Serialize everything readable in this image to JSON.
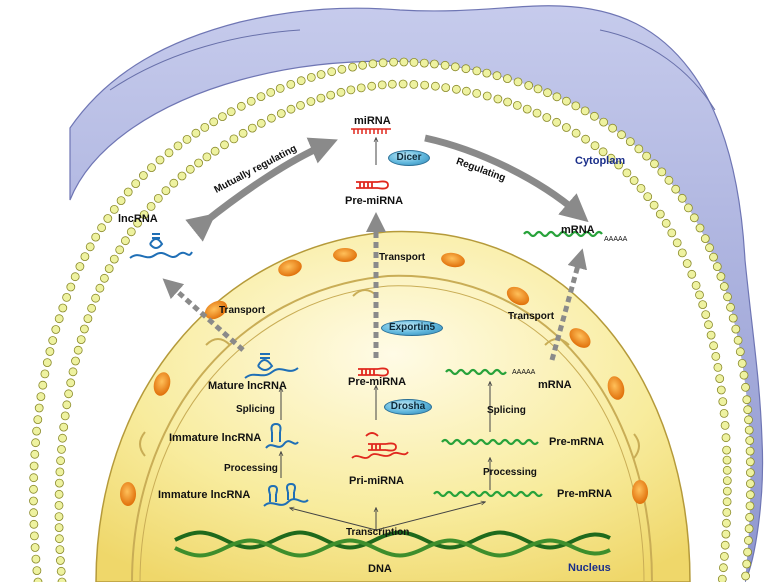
{
  "labels": {
    "cytoplasm": "Cytoplam",
    "nucleus": "Nucleus",
    "dna": "DNA",
    "transcription": "Transcription",
    "mirna_top": "miRNA",
    "pre_mirna_top": "Pre-miRNA",
    "dicer": "Dicer",
    "lncrna": "lncRNA",
    "mrna_top": "mRNA",
    "polya_top": "AAAAA",
    "mutually_regulating": "Mutually regulating",
    "regulating": "Regulating",
    "transport_left": "Transport",
    "transport_center": "Transport",
    "transport_right": "Transport",
    "exportin5": "Exportin5",
    "mature_lncrna": "Mature lncRNA",
    "splicing_left": "Splicing",
    "immature_lncrna_1": "Immature lncRNA",
    "processing_left": "Processing",
    "immature_lncrna_2": "Immature lncRNA",
    "pre_mirna_nuc": "Pre-miRNA",
    "drosha": "Drosha",
    "pri_mirna": "Pri-miRNA",
    "mrna_nuc": "mRNA",
    "polya_nuc": "AAAAA",
    "splicing_right": "Splicing",
    "pre_mrna_1": "Pre-mRNA",
    "processing_right": "Processing",
    "pre_mrna_2": "Pre-mRNA"
  },
  "colors": {
    "membrane": "#eef2a0",
    "membrane_stroke": "#8a8a2a",
    "cytoplasm_blob": "#a9b0dc",
    "nucleus_top": "#fbf5d2",
    "nucleus_bottom": "#f1de76",
    "nuclear_pore": "#f08a1c",
    "lncrna": "#1f6fb6",
    "mirna": "#e0281e",
    "mrna": "#27a23a",
    "arrow_grey": "#8a8a8a",
    "cytoplasm_label": "#1a2e8a"
  }
}
